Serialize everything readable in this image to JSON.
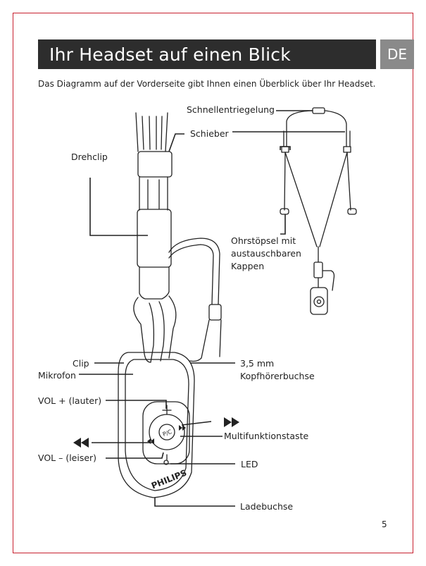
{
  "header": {
    "title": "Ihr Headset auf einen Blick",
    "language_badge": "DE"
  },
  "intro_text": "Das Diagramm auf der Vorderseite gibt Ihnen einen Überblick über Ihr Headset.",
  "labels": {
    "schnellentriegelung": "Schnellentriegelung",
    "schieber": "Schieber",
    "drehclip": "Drehclip",
    "ohrstoepsel_1": "Ohrstöpsel mit",
    "ohrstoepsel_2": "austauschbaren",
    "ohrstoepsel_3": "Kappen",
    "clip": "Clip",
    "mikrofon": "Mikrofon",
    "buchse_1": "3,5 mm",
    "buchse_2": "Kopfhörerbuchse",
    "vol_plus": "VOL  + (lauter)",
    "multifunktionstaste": "Multifunktionstaste",
    "vol_minus": "VOL –  (leiser)",
    "led": "LED",
    "ladebuchse": "Ladebuchse"
  },
  "device": {
    "brand": "PHILIPS",
    "center_button": "P/C"
  },
  "page_number": "5",
  "colors": {
    "border": "#c8202f",
    "title_bg": "#2d2d2d",
    "badge_bg": "#8a8a8a"
  }
}
